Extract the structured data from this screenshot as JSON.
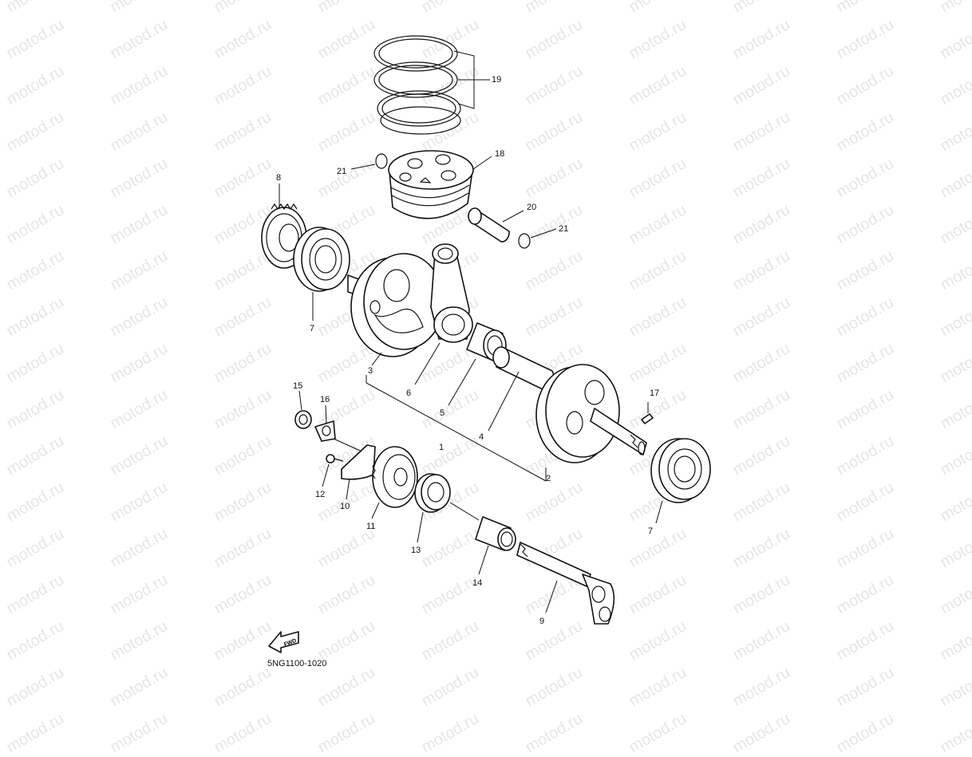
{
  "watermark": {
    "text": "motod.ru"
  },
  "diagram": {
    "code": "5NG1100-1020",
    "fwd_label": "FWD",
    "labels": {
      "p1": "1",
      "p2": "2",
      "p3": "3",
      "p4": "4",
      "p5": "5",
      "p6": "6",
      "p7a": "7",
      "p7b": "7",
      "p8": "8",
      "p9": "9",
      "p10": "10",
      "p11": "11",
      "p12": "12",
      "p13": "13",
      "p14": "14",
      "p15": "15",
      "p16": "16",
      "p17": "17",
      "p18": "18",
      "p19": "19",
      "p20": "20",
      "p21a": "21",
      "p21b": "21"
    }
  }
}
